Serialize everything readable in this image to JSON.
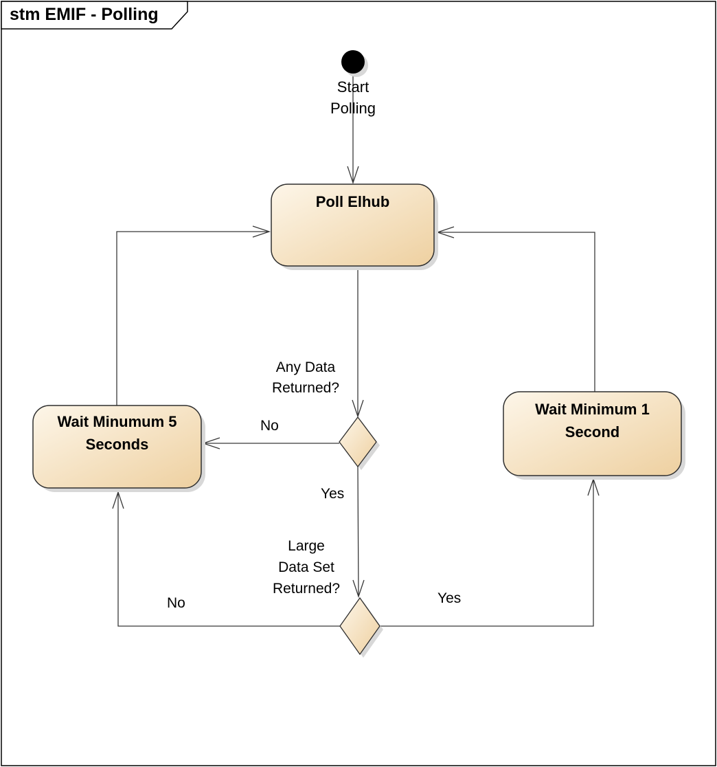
{
  "frame": {
    "title": "stm EMIF - Polling"
  },
  "nodes": {
    "initial": {
      "label": "Start\nPolling"
    },
    "poll": {
      "label": "Poll Elhub"
    },
    "wait5": {
      "label": "Wait Minumum 5\nSeconds"
    },
    "wait1": {
      "label": "Wait Minimum 1\nSecond"
    }
  },
  "decisions": {
    "any_data": {
      "question": "Any Data\nReturned?",
      "no_label": "No",
      "yes_label": "Yes"
    },
    "large_data": {
      "question": "Large\nData Set\nReturned?",
      "no_label": "No",
      "yes_label": "Yes"
    }
  },
  "colors": {
    "background": "#ffffff",
    "node_fill_light": "#fdf6e9",
    "node_fill_dark": "#eed0a0",
    "node_border": "#2e2e2e",
    "initial_fill": "#000000",
    "shadow": "#d8d8d8",
    "line": "#383838",
    "frame_border": "#000000",
    "tab_fill": "#ffffff"
  }
}
